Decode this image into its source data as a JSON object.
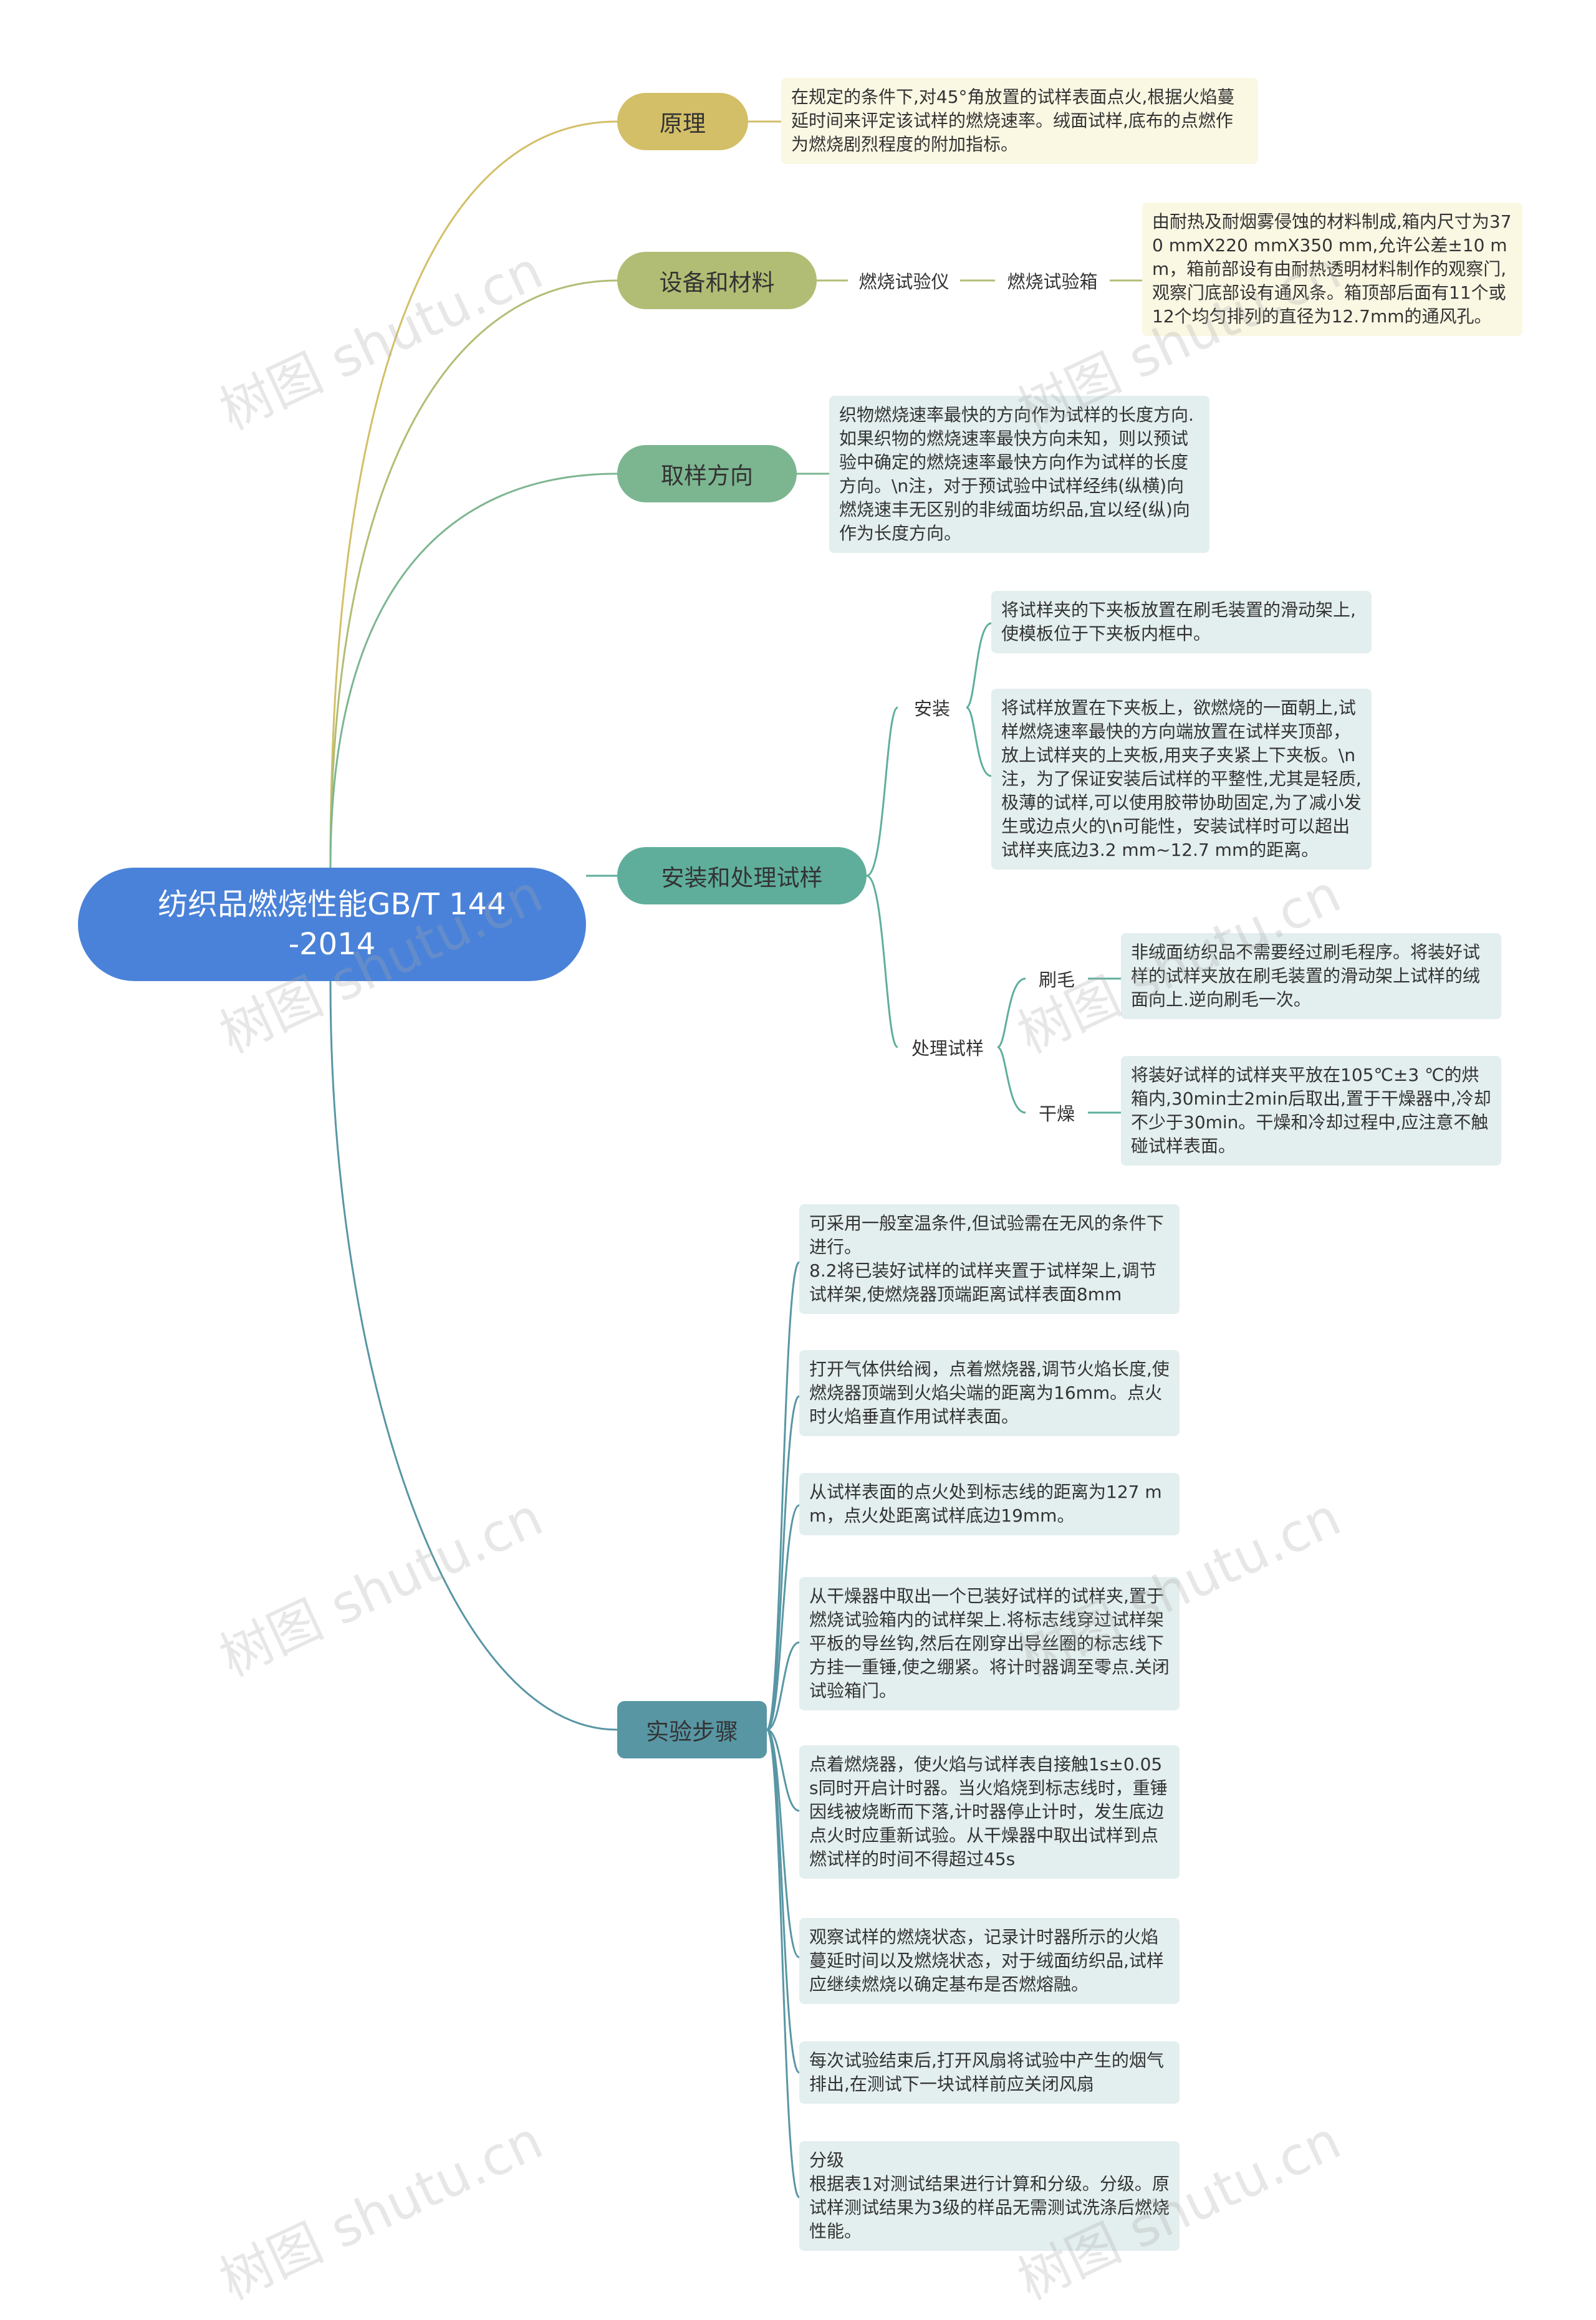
{
  "root": {
    "label": "纺织品燃烧性能GB/T 144\n-2014"
  },
  "colors": {
    "root": "#4a82d9",
    "principle": "#d3bf68",
    "equipment": "#b1bd74",
    "direction": "#7cb690",
    "install": "#5fae9c",
    "steps": "#5896a4",
    "leaf_warm": "#faf7e3",
    "leaf_cool": "#e3eeee"
  },
  "branches": {
    "principle": {
      "label": "原理",
      "text": "在规定的条件下,对45°角放置的试样表面点火,根据火焰蔓延时间来评定该试样的燃烧速率。绒面试样,底布的点燃作为燃烧剧烈程度的附加指标。"
    },
    "equipment": {
      "label": "设备和材料",
      "sub1": "燃烧试验仪",
      "sub2": "燃烧试验箱",
      "text": "由耐热及耐烟雾侵蚀的材料制成,箱内尺寸为370 mmX220 mmX350 mm,允许公差±10 mm，箱前部设有由耐热透明材料制作的观察门,观察门底部设有通风条。箱顶部后面有11个或12个均匀排列的直径为12.7mm的通风孔。"
    },
    "direction": {
      "label": "取样方向",
      "text": "织物燃烧速率最快的方向作为试样的长度方向.如果织物的燃烧速率最快方向未知，则以预试验中确定的燃烧速率最快方向作为试样的长度方向。\\n注，对于预试验中试样经纬(纵横)向燃烧速丰无区别的非绒面坊织品,宜以经(纵)向作为长度方向。"
    },
    "install": {
      "label": "安装和处理试样",
      "mount": {
        "label": "安装",
        "text1": "将试样夹的下夹板放置在刷毛装置的滑动架上,使模板位于下夹板内框中。",
        "text2": "将试样放置在下夹板上，欲燃烧的一面朝上,试样燃烧速率最快的方向端放置在试样夹顶部，放上试样夹的上夹板,用夹子夹紧上下夹板。\\n注，为了保证安装后试样的平整性,尤其是轻质,极薄的试样,可以使用胶带协助固定,为了减小发生或边点火的\\n可能性，安装试样时可以超出试样夹底边3.2 mm~12.7 mm的距离。"
      },
      "treat": {
        "label": "处理试样",
        "brush": {
          "label": "刷毛",
          "text": "非绒面纺织品不需要经过刷毛程序。将装好试样的试样夹放在刷毛装置的滑动架上试样的绒面向上.逆向刷毛一次。"
        },
        "dry": {
          "label": "干燥",
          "text": "将装好试样的试样夹平放在105℃±3 ℃的烘箱内,30min士2min后取出,置于干燥器中,冷却不少于30min。干燥和冷却过程中,应注意不触碰试样表面。"
        }
      }
    },
    "steps": {
      "label": "实验步骤",
      "items": [
        "可采用一般室温条件,但试验需在无风的条件下进行。\n8.2将已装好试样的试样夹置于试样架上,调节试样架,使燃烧器顶端距离试样表面8mm",
        "打开气体供给阀，点着燃烧器,调节火焰长度,使燃烧器顶端到火焰尖端的距离为16mm。点火时火焰垂直作用试样表面。",
        "从试样表面的点火处到标志线的距离为127 mm，点火处距离试样底边19mm。",
        "从干燥器中取出一个已装好试样的试样夹,置于燃烧试验箱内的试样架上.将标志线穿过试样架平板的导丝钩,然后在刚穿出导丝圈的标志线下方挂一重锤,使之绷紧。将计时器调至零点.关闭试验箱门。",
        "点着燃烧器，使火焰与试样表自接触1s±0.05s同时开启计时器。当火焰烧到标志线时，重锤因线被烧断而下落,计时器停止计时，发生底边点火时应重新试验。从干燥器中取出试样到点燃试样的时间不得超过45s",
        "观察试样的燃烧状态，记录计时器所示的火焰蔓延时间以及燃烧状态，对于绒面纺织品,试样应继续燃烧以确定基布是否燃熔融。",
        "每次试验结束后,打开风扇将试验中产生的烟气排出,在测试下一块试样前应关闭风扇",
        "分级\n根据表1对测试结果进行计算和分级。分级。原试样测试结果为3级的样品无需测试洗涤后燃烧性能。"
      ]
    }
  },
  "watermark": "树图 shutu.cn"
}
